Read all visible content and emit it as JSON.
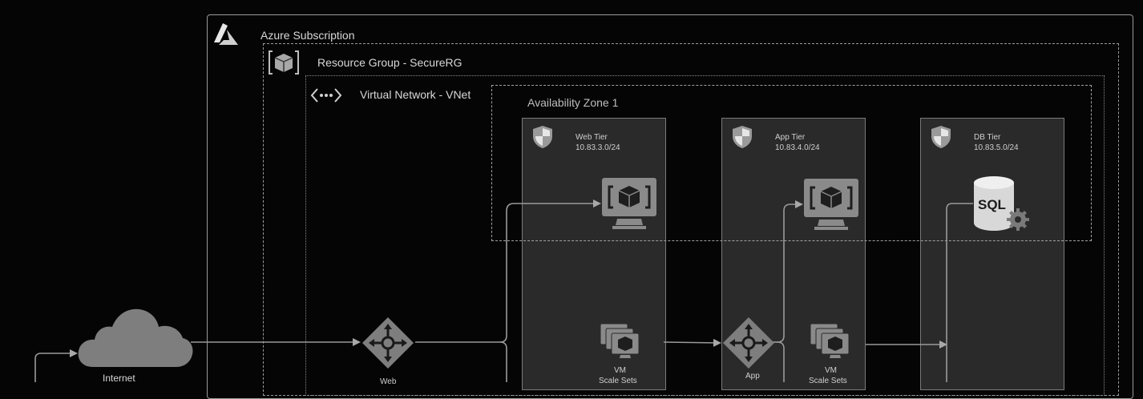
{
  "subscription": {
    "label": "Azure Subscription"
  },
  "resource_group": {
    "label": "Resource Group - SecureRG"
  },
  "vnet": {
    "label": "Virtual Network - VNet"
  },
  "availability_zone": {
    "label": "Availability Zone 1"
  },
  "tiers": [
    {
      "name": "Web Tier",
      "cidr": "10.83.3.0/24"
    },
    {
      "name": "App Tier",
      "cidr": "10.83.4.0/24"
    },
    {
      "name": "DB Tier",
      "cidr": "10.83.5.0/24"
    }
  ],
  "nodes": {
    "internet": "Internet",
    "web_lb": "Web",
    "app_lb": "App",
    "web_vmss": {
      "line1": "VM",
      "line2": "Scale Sets"
    },
    "app_vmss": {
      "line1": "VM",
      "line2": "Scale Sets"
    },
    "sql": "SQL"
  },
  "colors": {
    "background": "#050505",
    "tier_fill": "#2a2a2a",
    "icon": "#8a8a8a",
    "line": "#9a9a9a"
  }
}
